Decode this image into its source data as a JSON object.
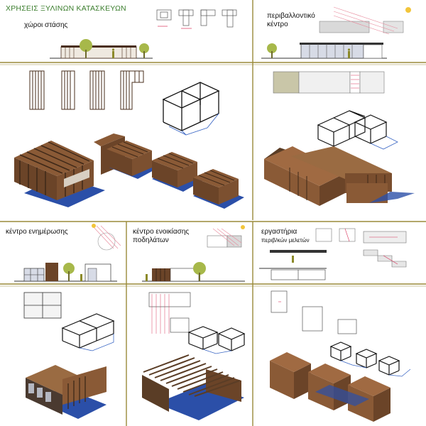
{
  "sheet": {
    "title": "ΧΡΗΣΕΙΣ ΞΥΛΙΝΩΝ ΚΑΤΑΣΚΕΥΩΝ",
    "colors": {
      "wood": "#8a5a36",
      "wood_dark": "#4a2f1e",
      "shadow": "#3a66c4",
      "grid_line": "#9a8a3a",
      "title_green": "#3a7d2c",
      "tree": "#a7b84a",
      "accent_red": "#d8325a",
      "sun": "#f2c53b"
    }
  },
  "panels": {
    "waiting": {
      "label": "χώροι στάσης"
    },
    "env_center": {
      "label_line1": "περιβαλλοντικό",
      "label_line2": "κέντρο"
    },
    "info_center": {
      "label": "κέντρο ενημέρωσης"
    },
    "bike_rental": {
      "label_line1": "κέντρο ενοικίασης",
      "label_line2": "ποδηλάτων"
    },
    "workshops": {
      "label_line1": "εργαστήρια",
      "label_line2": "περιβ/κών μελετών"
    }
  }
}
